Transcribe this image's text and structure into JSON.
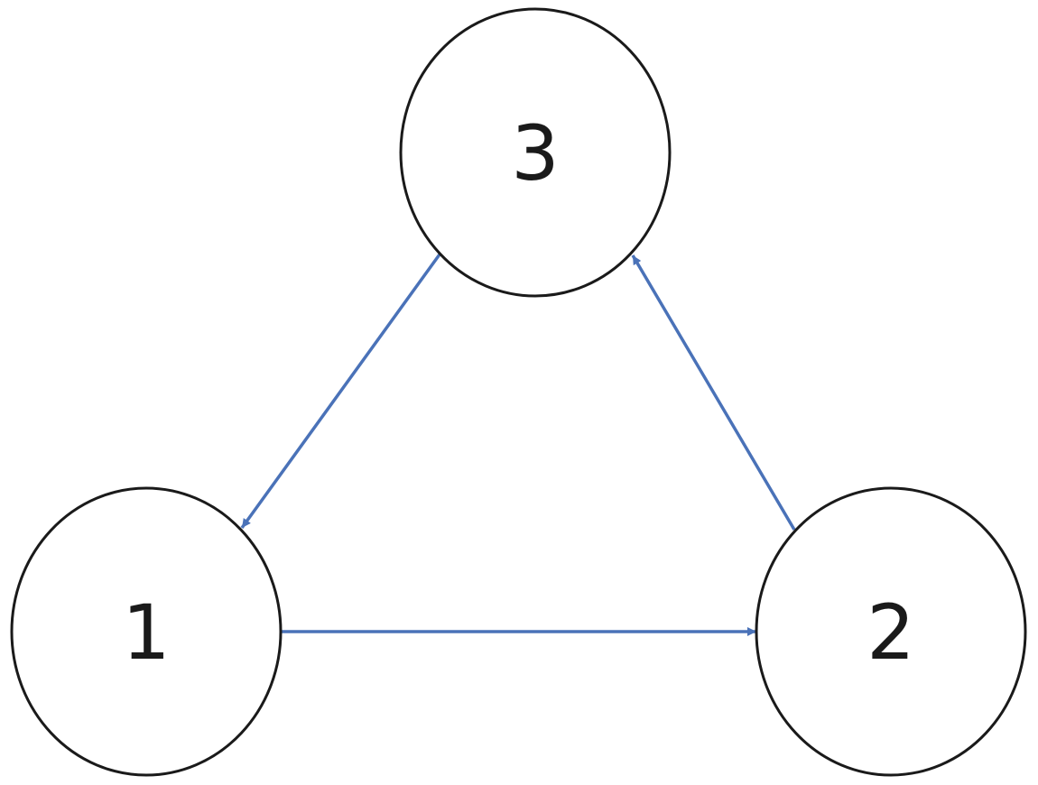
{
  "diagram": {
    "nodes": [
      {
        "id": "1",
        "label": "1"
      },
      {
        "id": "2",
        "label": "2"
      },
      {
        "id": "3",
        "label": "3"
      }
    ],
    "edges": [
      {
        "from": "1",
        "to": "2"
      },
      {
        "from": "2",
        "to": "3"
      },
      {
        "from": "3",
        "to": "1"
      }
    ],
    "edge_color": "#4a72b8",
    "node_border_color": "#1a1a1a"
  }
}
